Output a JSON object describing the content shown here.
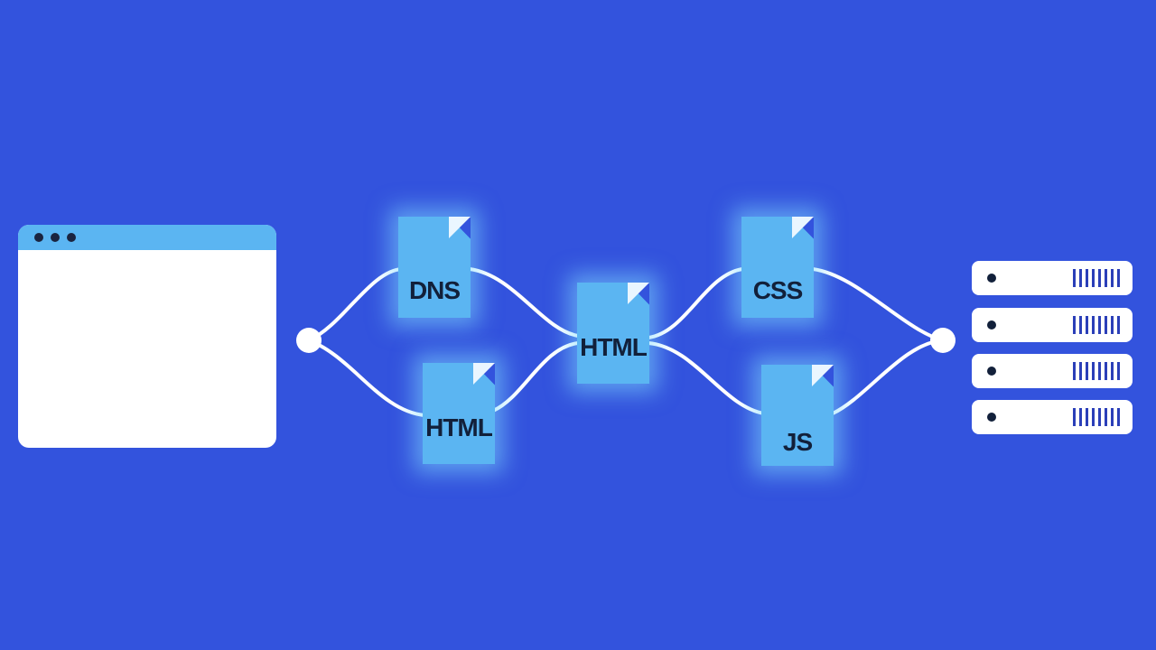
{
  "diagram": {
    "background": "#3353dd",
    "card_color": "#5bb5f2",
    "nodes": {
      "browser": {
        "icon": "browser-window-icon"
      },
      "dns": {
        "label": "DNS"
      },
      "html_initial": {
        "label": "HTML"
      },
      "html_main": {
        "label": "HTML"
      },
      "css": {
        "label": "CSS"
      },
      "js": {
        "label": "JS"
      },
      "server": {
        "icon": "server-icon"
      }
    }
  }
}
